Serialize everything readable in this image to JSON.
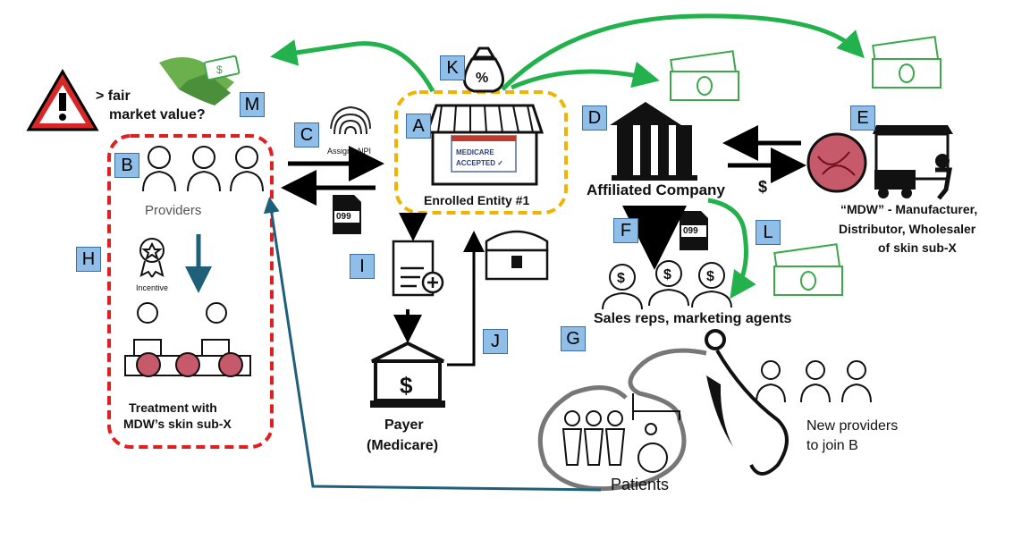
{
  "labels": {
    "a": "A",
    "b": "B",
    "c": "C",
    "d": "D",
    "e": "E",
    "f": "F",
    "g": "G",
    "h": "H",
    "i": "I",
    "j": "J",
    "k": "K",
    "l": "L",
    "m": "M"
  },
  "warning": {
    "line1": "> fair",
    "line2": "market value?"
  },
  "providers_label": "Providers",
  "incentive_label": "Incentive",
  "treatment": {
    "line1": "Treatment with",
    "line2": "MDW’s skin sub-X"
  },
  "assigns_npi": "Assigns NPI",
  "form_code": "099",
  "medicare_badge": {
    "line1": "MEDICARE",
    "line2": "ACCEPTED ✓"
  },
  "enrolled_entity": "Enrolled Entity #1",
  "affiliated_company": "Affiliated Company",
  "dollar_sign": "$",
  "mdw": {
    "line1": "“MDW” - Manufacturer,",
    "line2": "Distributor, Wholesaler",
    "line3": "of skin sub-X"
  },
  "sales_reps": "Sales reps, marketing agents",
  "payer": {
    "line1": "Payer",
    "line2": "(Medicare)"
  },
  "patients": "Patients",
  "new_providers": {
    "line1": "New providers",
    "line2": "to join B"
  },
  "colors": {
    "green": "#22b14c",
    "blue": "#1f5f7a",
    "red": "#e02020",
    "gold": "#f0b400",
    "label_fill": "#8fbfe8",
    "money_green": "#3aa84a"
  }
}
